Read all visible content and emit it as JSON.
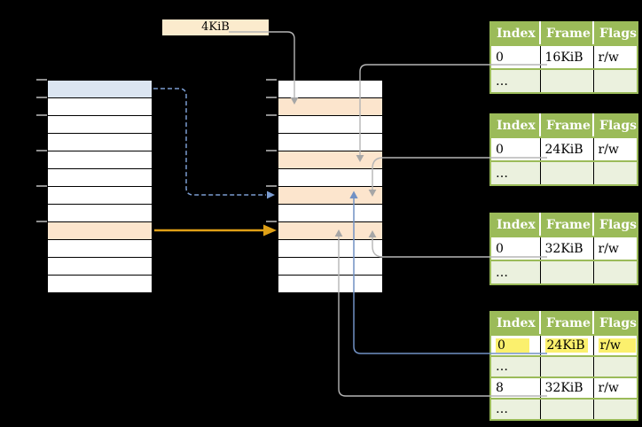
{
  "page_size_label": "4KiB",
  "colors": {
    "header_green": "#9bbb59",
    "shaded_row_green": "#ebf1de",
    "virtual_page_blue": "#dbe5f1",
    "frame_orange": "#fce5cd",
    "label_cream": "#fbebcd",
    "highlight_yellow": "#fbf06d",
    "gray_arrow": "#b5b5b5",
    "blue_arrow": "#7191c4",
    "blue_dashed_arrow": "#7b9cd0",
    "orange_arrow": "#dfa016"
  },
  "memory_columns": {
    "virtual": {
      "rows": [
        "blue",
        "white",
        "white",
        "white",
        "white",
        "white",
        "white",
        "white",
        "orange",
        "white",
        "white",
        "white"
      ],
      "tick_rows": [
        0,
        1,
        2,
        4,
        6,
        8
      ]
    },
    "physical": {
      "rows": [
        "white",
        "orange",
        "white",
        "white",
        "orange",
        "white",
        "orange",
        "white",
        "orange",
        "white",
        "white",
        "white"
      ],
      "tick_rows": [
        0,
        1,
        2,
        4,
        6,
        8
      ]
    }
  },
  "page_tables": [
    {
      "id": "page-table-1",
      "headers": [
        "Index",
        "Frame",
        "Flags"
      ],
      "rows": [
        {
          "cells": [
            "0",
            "16KiB",
            "r/w"
          ]
        },
        {
          "cells": [
            "…",
            "",
            ""
          ],
          "shaded": true
        }
      ]
    },
    {
      "id": "page-table-2",
      "headers": [
        "Index",
        "Frame",
        "Flags"
      ],
      "rows": [
        {
          "cells": [
            "0",
            "24KiB",
            "r/w"
          ]
        },
        {
          "cells": [
            "…",
            "",
            ""
          ],
          "shaded": true
        }
      ]
    },
    {
      "id": "page-table-3",
      "headers": [
        "Index",
        "Frame",
        "Flags"
      ],
      "rows": [
        {
          "cells": [
            "0",
            "32KiB",
            "r/w"
          ]
        },
        {
          "cells": [
            "…",
            "",
            ""
          ],
          "shaded": true
        }
      ]
    },
    {
      "id": "page-table-4",
      "headers": [
        "Index",
        "Frame",
        "Flags"
      ],
      "rows": [
        {
          "cells": [
            "0",
            "24KiB",
            "r/w"
          ],
          "highlight": true
        },
        {
          "cells": [
            "…",
            "",
            ""
          ],
          "shaded": true
        },
        {
          "cells": [
            "8",
            "32KiB",
            "r/w"
          ]
        },
        {
          "cells": [
            "…",
            "",
            ""
          ],
          "shaded": true
        }
      ]
    }
  ]
}
